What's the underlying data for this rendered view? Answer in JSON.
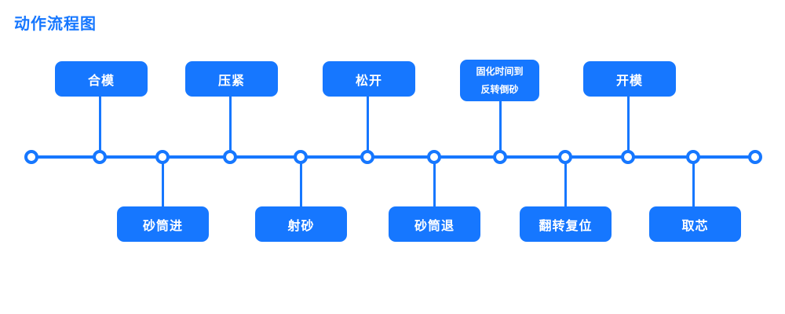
{
  "title": "动作流程图",
  "colors": {
    "primary": "#1677ff",
    "node_fill": "#ffffff",
    "box_text": "#ffffff",
    "background": "#ffffff"
  },
  "steps": [
    {
      "label": "合模",
      "position": "top"
    },
    {
      "label": "砂筒进",
      "position": "bottom"
    },
    {
      "label": "压紧",
      "position": "top"
    },
    {
      "label": "射砂",
      "position": "bottom"
    },
    {
      "label": "松开",
      "position": "top"
    },
    {
      "label": "砂筒退",
      "position": "bottom"
    },
    {
      "label": "固化时间到",
      "label2": "反转倒砂",
      "position": "top"
    },
    {
      "label": "翻转复位",
      "position": "bottom"
    },
    {
      "label": "开模",
      "position": "top"
    },
    {
      "label": "取芯",
      "position": "bottom"
    }
  ]
}
